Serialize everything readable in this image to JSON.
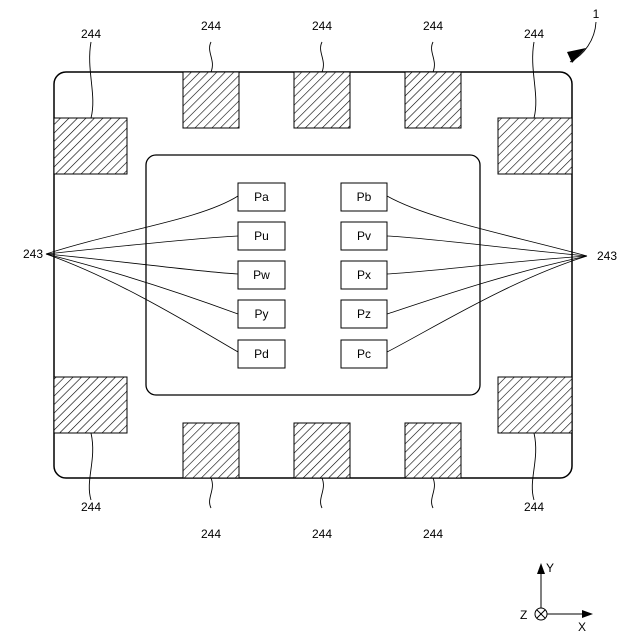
{
  "figure": {
    "device_ref": "1",
    "pad_ref": "244",
    "bond_ref": "243",
    "pads": {
      "left": [
        "Pa",
        "Pu",
        "Pw",
        "Py",
        "Pd"
      ],
      "right": [
        "Pb",
        "Pv",
        "Px",
        "Pz",
        "Pc"
      ]
    },
    "axes": {
      "y": "Y",
      "z": "Z",
      "x": "X"
    }
  }
}
